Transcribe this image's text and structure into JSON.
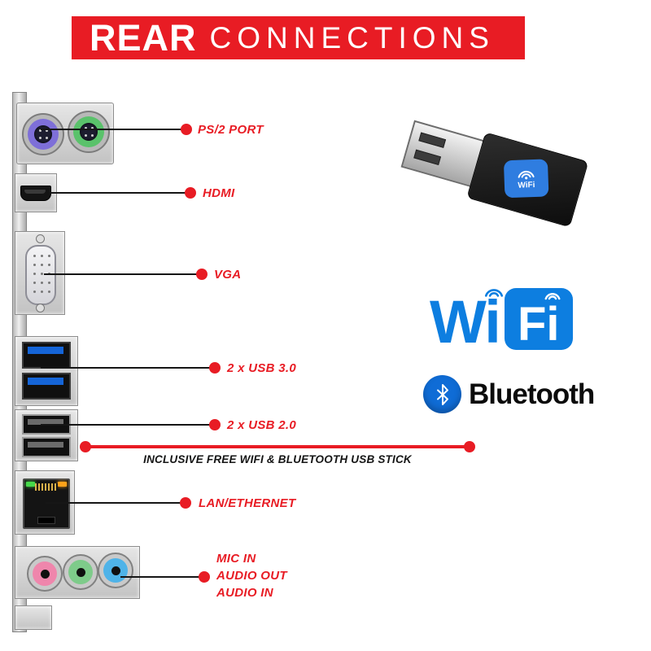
{
  "header": {
    "title_bold": "REAR",
    "title_light": "CONNECTIONS"
  },
  "io_panel": {
    "callouts": [
      {
        "label": "PS/2 PORT"
      },
      {
        "label": "HDMI"
      },
      {
        "label": "VGA"
      },
      {
        "label": "2 x USB 3.0"
      },
      {
        "label": "2 x USB 2.0"
      },
      {
        "label": "LAN/ETHERNET"
      }
    ],
    "audio_callout_lines": [
      "MIC IN",
      "AUDIO OUT",
      "AUDIO IN"
    ]
  },
  "note": {
    "text": "INCLUSIVE FREE WIFI & BLUETOOTH USB STICK"
  },
  "wifi_stick": {
    "label": "WiFi"
  },
  "wifi_logo": {
    "wi": "Wi",
    "fi": "Fi"
  },
  "bluetooth_logo": {
    "label": "Bluetooth"
  },
  "colors": {
    "accent_red": "#e81c24",
    "wifi_blue": "#0d7ee0",
    "bluetooth_blue": "#0f6cd6"
  }
}
